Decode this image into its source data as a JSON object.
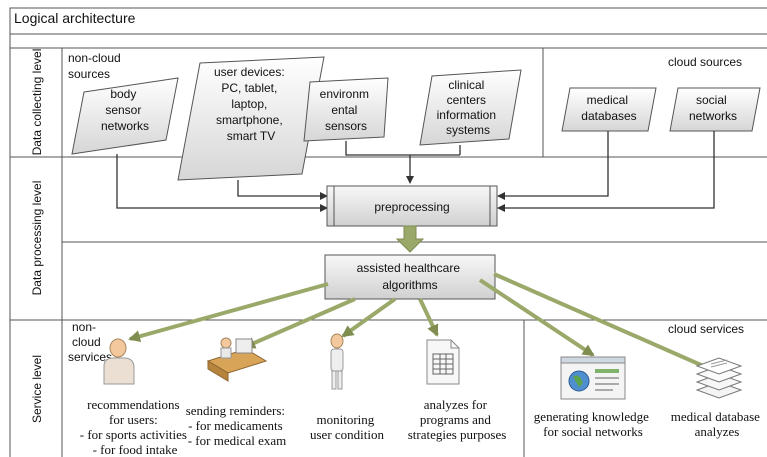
{
  "title": "Logical architecture",
  "lanes": {
    "collecting": "Data collecting level",
    "processing": "Data processing level",
    "service": "Service level"
  },
  "collecting": {
    "non_cloud_label": [
      "non-cloud",
      "sources"
    ],
    "cloud_label": "cloud sources",
    "body_sensor": [
      "body",
      "sensor",
      "networks"
    ],
    "user_devices": [
      "user devices:",
      "PC, tablet,",
      "laptop,",
      "smartphone,",
      "smart TV"
    ],
    "env_sensors": [
      "environm",
      "ental",
      "sensors"
    ],
    "clinical": [
      "clinical",
      "centers",
      "information",
      "systems"
    ],
    "medical_db": [
      "medical",
      "databases"
    ],
    "social": [
      "social",
      "networks"
    ]
  },
  "processing": {
    "preprocessing": "preprocessing",
    "algorithms": [
      "assisted healthcare",
      "algorithms"
    ]
  },
  "service": {
    "non_cloud_label": [
      "non-",
      "cloud",
      "services"
    ],
    "cloud_label": "cloud services",
    "recommendations": [
      "recommendations",
      "for users:",
      "- for sports activities",
      "- for food intake"
    ],
    "reminders": [
      "sending reminders:",
      "- for medicaments",
      "- for medical exam"
    ],
    "monitoring": [
      "monitoring",
      "user condition"
    ],
    "analyzes": [
      "analyzes for",
      "programs and",
      "strategies purposes"
    ],
    "knowledge": [
      "generating knowledge",
      "for social networks"
    ],
    "db_analyzes": [
      "medical database",
      "analyzes"
    ]
  },
  "colors": {
    "shape_fill_top": "#ffffff",
    "shape_fill_bottom": "#dcdcdc",
    "arrow_dark": "#333333",
    "arrow_green": "#9aa86a",
    "line": "#555555"
  },
  "icons": [
    "person-icon",
    "desk-worker-icon",
    "standing-person-icon",
    "spreadsheet-icon",
    "browser-globe-icon",
    "document-stack-icon"
  ]
}
